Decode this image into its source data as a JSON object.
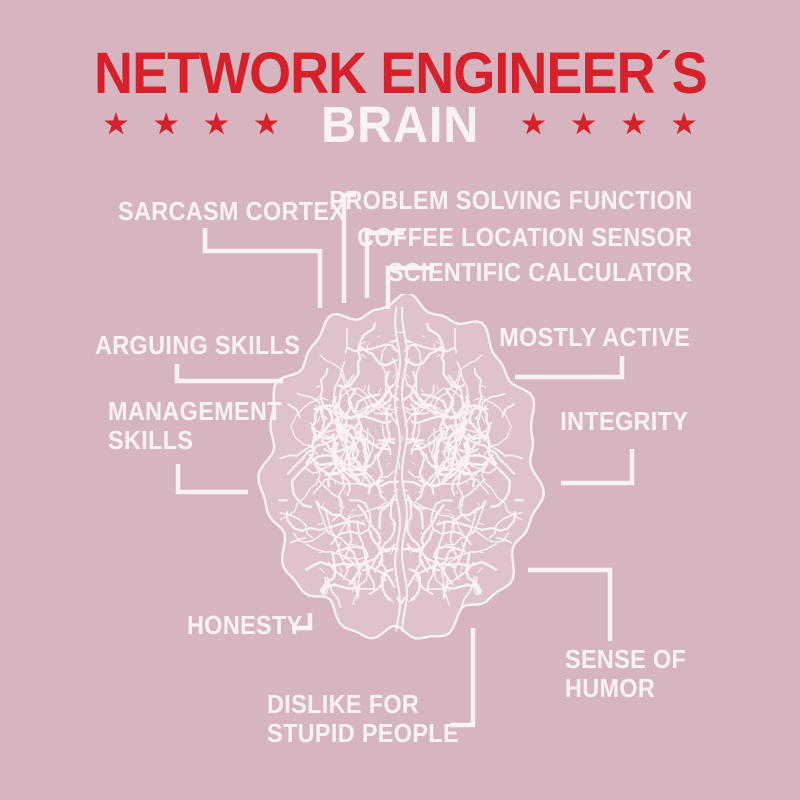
{
  "colors": {
    "background": "#d6b5c1",
    "red": "#d6202a",
    "ink": "#faf3f3"
  },
  "title": {
    "line1": "NETWORK ENGINEER´S",
    "line2": "BRAIN",
    "star_glyph": "★",
    "stars_left_count": 4,
    "stars_right_count": 4
  },
  "labels": {
    "sarcasm": {
      "text": "SARCASM CORTEX"
    },
    "problem": {
      "text": "PROBLEM SOLVING FUNCTION"
    },
    "coffee": {
      "text": "COFFEE LOCATION SENSOR"
    },
    "scientific": {
      "text": "SCIENTIFIC CALCULATOR"
    },
    "arguing": {
      "text": "ARGUING SKILLS"
    },
    "mostly_active": {
      "text": "MOSTLY ACTIVE"
    },
    "management": {
      "line1": "MANAGEMENT",
      "line2": "SKILLS"
    },
    "integrity": {
      "text": "INTEGRITY"
    },
    "honesty": {
      "text": "HONESTY"
    },
    "sense_of_humor": {
      "line1": "SENSE OF",
      "line2": "HUMOR"
    },
    "dislike": {
      "line1": "DISLIKE FOR",
      "line2": "STUPID PEOPLE"
    }
  },
  "illustration": {
    "subject": "human brain, top view, engraved white line style"
  }
}
